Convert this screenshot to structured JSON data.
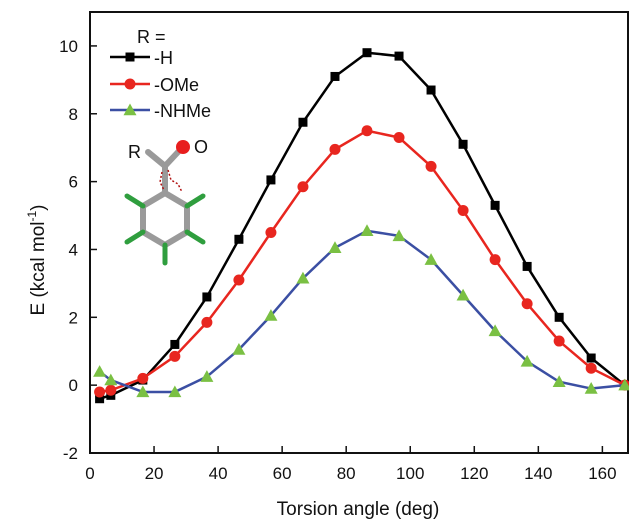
{
  "chart_data": {
    "type": "line",
    "xlabel": "Torsion angle (deg)",
    "ylabel": "E (kcal mol",
    "ylabel_sup": "-1",
    "ylabel_close": ")",
    "xlim": [
      0,
      168
    ],
    "ylim": [
      -2,
      11
    ],
    "xticks": [
      0,
      20,
      40,
      60,
      80,
      100,
      120,
      140,
      160
    ],
    "yticks": [
      -2,
      0,
      2,
      4,
      6,
      8,
      10
    ],
    "grid": false,
    "legend": {
      "title": "R =",
      "placement": "top-left"
    },
    "series": [
      {
        "name": "-H",
        "color": "#000000",
        "marker": "square",
        "x": [
          3,
          6.5,
          16.5,
          26.5,
          36.5,
          46.5,
          56.5,
          66.5,
          76.5,
          86.5,
          96.5,
          106.5,
          116.5,
          126.5,
          136.5,
          146.5,
          156.5,
          167
        ],
        "y": [
          -0.4,
          -0.3,
          0.15,
          1.2,
          2.6,
          4.3,
          6.05,
          7.75,
          9.1,
          9.8,
          9.7,
          8.7,
          7.1,
          5.3,
          3.5,
          2.0,
          0.8,
          0.0
        ]
      },
      {
        "name": "-OMe",
        "color": "#e8261f",
        "marker": "circle",
        "x": [
          3,
          6.5,
          16.5,
          26.5,
          36.5,
          46.5,
          56.5,
          66.5,
          76.5,
          86.5,
          96.5,
          106.5,
          116.5,
          126.5,
          136.5,
          146.5,
          156.5,
          167
        ],
        "y": [
          -0.2,
          -0.15,
          0.2,
          0.85,
          1.85,
          3.1,
          4.5,
          5.85,
          6.95,
          7.5,
          7.3,
          6.45,
          5.15,
          3.7,
          2.4,
          1.3,
          0.5,
          0.0
        ]
      },
      {
        "name": "-NHMe",
        "color": "#3b4fa3",
        "marker": "triangle",
        "x": [
          3,
          6.5,
          16.5,
          26.5,
          36.5,
          46.5,
          56.5,
          66.5,
          76.5,
          86.5,
          96.5,
          106.5,
          116.5,
          126.5,
          136.5,
          146.5,
          156.5,
          167
        ],
        "y": [
          0.4,
          0.15,
          -0.2,
          -0.2,
          0.25,
          1.05,
          2.05,
          3.15,
          4.05,
          4.55,
          4.4,
          3.7,
          2.65,
          1.6,
          0.7,
          0.1,
          -0.1,
          0.0
        ]
      }
    ],
    "molecule": {
      "r_label": "R",
      "o_label": "O"
    }
  }
}
